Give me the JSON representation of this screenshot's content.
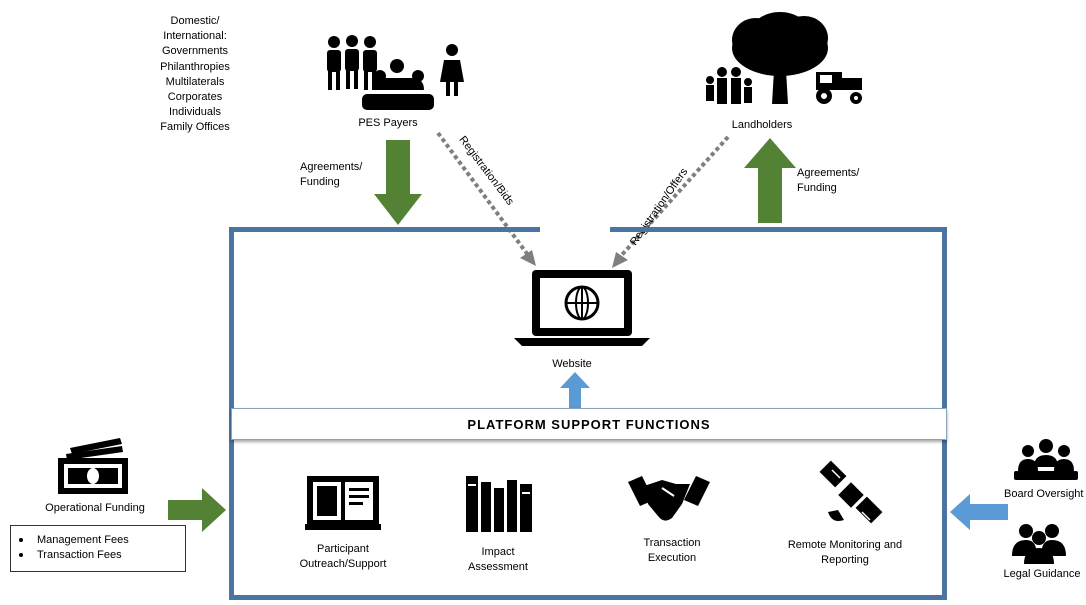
{
  "payers": {
    "list": [
      "Domestic/",
      "International:",
      "Governments",
      "Philanthropies",
      "Multilaterals",
      "Corporates",
      "Individuals",
      "Family Offices"
    ],
    "label": "PES Payers"
  },
  "landholders": {
    "label": "Landholders"
  },
  "flows": {
    "payer_funding": [
      "Agreements/",
      "Funding"
    ],
    "landholder_funding": [
      "Agreements/",
      "Funding"
    ],
    "registration_bids": "Registration/Bids",
    "registration_offers": "Registration/Offers"
  },
  "website": {
    "label": "Website"
  },
  "platform": {
    "support_title": "PLATFORM  SUPPORT  FUNCTIONS"
  },
  "functions": {
    "outreach": [
      "Participant",
      "Outreach/Support"
    ],
    "impact": [
      "Impact",
      "Assessment"
    ],
    "transaction": [
      "Transaction",
      "Execution"
    ],
    "monitoring": [
      "Remote Monitoring and",
      "Reporting"
    ]
  },
  "operational": {
    "label": "Operational Funding",
    "fees": [
      "Management  Fees",
      "Transaction Fees"
    ]
  },
  "oversight": {
    "board": "Board Oversight",
    "legal": "Legal Guidance"
  },
  "colors": {
    "green": "#548235",
    "blue": "#5b9bd5",
    "frame": "#4a74a2",
    "dotted": "#7f7f7f"
  }
}
